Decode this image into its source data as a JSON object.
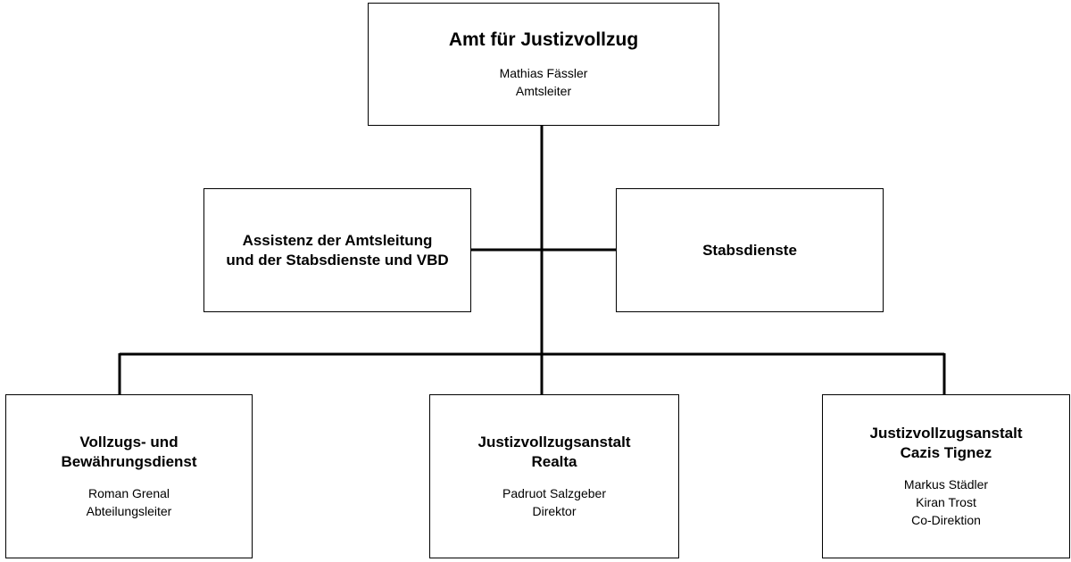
{
  "boxes": {
    "amt": {
      "title": "Amt für Justizvollzug",
      "lines": [
        "Mathias Fässler",
        "Amtsleiter"
      ]
    },
    "assistenz": {
      "title_lines": [
        "Assistenz der Amtsleitung",
        "und der Stabsdienste und VBD"
      ]
    },
    "stabsdienste": {
      "title": "Stabsdienste"
    },
    "vollzug": {
      "title_lines": [
        "Vollzugs- und",
        "Bewährungsdienst"
      ],
      "lines": [
        "Roman Grenal",
        "Abteilungsleiter"
      ]
    },
    "realta": {
      "title_lines": [
        "Justizvollzugsanstalt",
        "Realta"
      ],
      "lines": [
        "Padruot Salzgeber",
        "Direktor"
      ]
    },
    "cazis": {
      "title_lines": [
        "Justizvollzugsanstalt",
        "Cazis Tignez"
      ],
      "lines": [
        "Markus Städler",
        "Kiran Trost",
        "Co-Direktion"
      ]
    }
  }
}
